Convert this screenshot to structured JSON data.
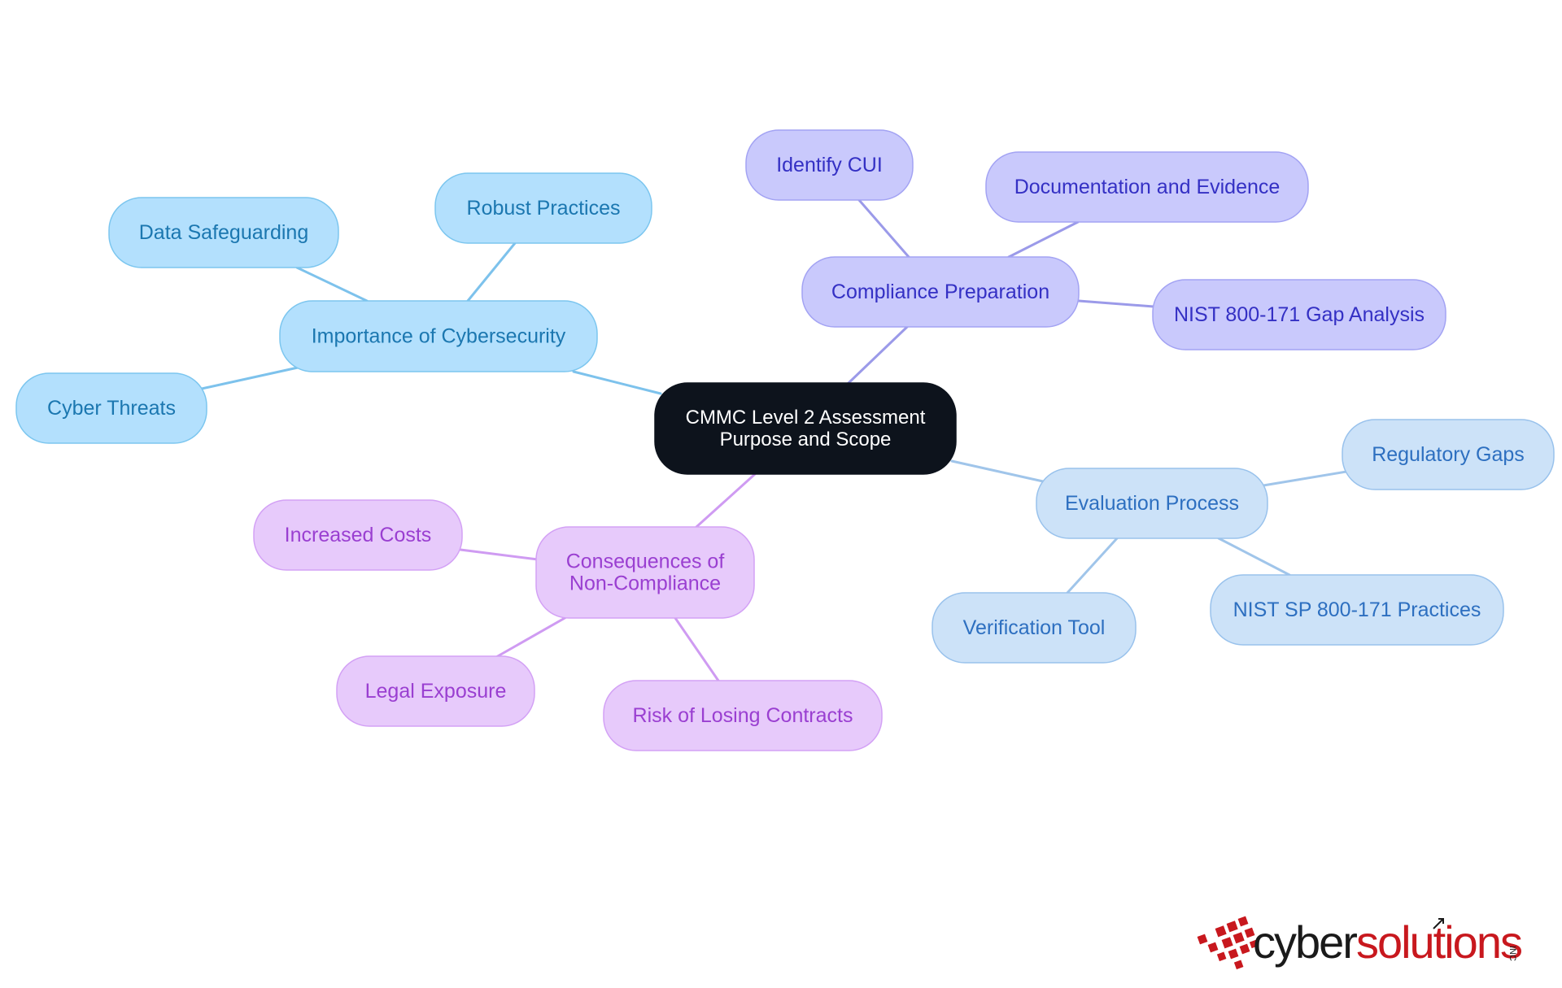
{
  "diagram": {
    "center": {
      "lines": [
        "CMMC Level 2 Assessment",
        "Purpose and Scope"
      ]
    },
    "branches": [
      {
        "id": "importance",
        "label_lines": [
          "Importance of Cybersecurity"
        ],
        "theme": "sky",
        "children": [
          {
            "id": "data-safeguarding",
            "label": "Data Safeguarding"
          },
          {
            "id": "robust-practices",
            "label": "Robust Practices"
          },
          {
            "id": "cyber-threats",
            "label": "Cyber Threats"
          }
        ]
      },
      {
        "id": "compliance",
        "label_lines": [
          "Compliance Preparation"
        ],
        "theme": "indigo",
        "children": [
          {
            "id": "identify-cui",
            "label": "Identify CUI"
          },
          {
            "id": "documentation",
            "label": "Documentation and Evidence"
          },
          {
            "id": "gap-analysis",
            "label": "NIST 800-171 Gap Analysis"
          }
        ]
      },
      {
        "id": "evaluation",
        "label_lines": [
          "Evaluation Process"
        ],
        "theme": "blue",
        "children": [
          {
            "id": "regulatory-gaps",
            "label": "Regulatory Gaps"
          },
          {
            "id": "nist-practices",
            "label": "NIST SP 800-171 Practices"
          },
          {
            "id": "verification-tool",
            "label": "Verification Tool"
          }
        ]
      },
      {
        "id": "consequences",
        "label_lines": [
          "Consequences of",
          "Non-Compliance"
        ],
        "theme": "violet",
        "children": [
          {
            "id": "increased-costs",
            "label": "Increased Costs"
          },
          {
            "id": "legal-exposure",
            "label": "Legal Exposure"
          },
          {
            "id": "losing-contracts",
            "label": "Risk of Losing Contracts"
          }
        ]
      }
    ]
  },
  "themes": {
    "center": {
      "fill": "#0d131c",
      "stroke": "#0d131c",
      "text": "#ffffff"
    },
    "sky": {
      "fill": "#b3e0fd",
      "stroke": "#7cc6ef",
      "text": "#1b77b0",
      "line": "#7dc2ec"
    },
    "indigo": {
      "fill": "#c9c9fc",
      "stroke": "#a3a3f3",
      "text": "#3430c4",
      "line": "#9b9ae9"
    },
    "blue": {
      "fill": "#cce2f8",
      "stroke": "#99c2ec",
      "text": "#2d6fc0",
      "line": "#a0c5ea"
    },
    "violet": {
      "fill": "#e7cafb",
      "stroke": "#d3a1f5",
      "text": "#9a3fd1",
      "line": "#cf9bf2"
    }
  },
  "logo": {
    "wordmark_dark": "cyber",
    "wordmark_red": "solutions",
    "suffix": "INC",
    "dark_color": "#1a1a1a",
    "red_color": "#c8181e"
  }
}
